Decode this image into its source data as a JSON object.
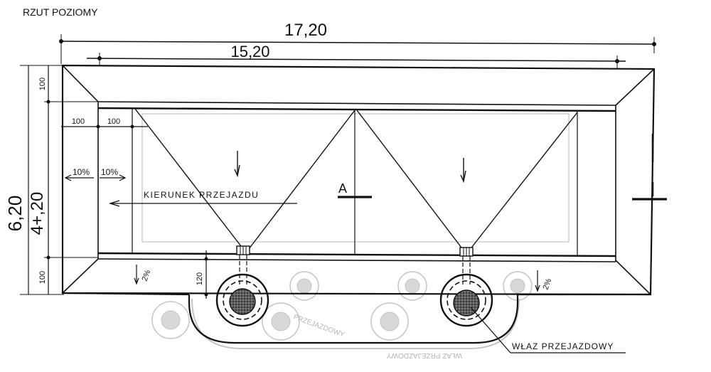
{
  "title": "RZUT POZIOMY",
  "dimensions": {
    "overall_length": "17,20",
    "inner_length": "15,20",
    "overall_width": "6,20",
    "inner_width": "4+,20",
    "left_offset_a": "100",
    "left_offset_b": "100",
    "top_margin": "100",
    "bottom_margin": "100",
    "channel_depth": "120"
  },
  "slopes": {
    "left_outer": "10%",
    "left_inner": "10%",
    "bottom_left": "2%",
    "bottom_right": "2%"
  },
  "labels": {
    "driving_direction": "KIERUNEK PRZEJAZDU",
    "section_mark": "A",
    "manhole": "WŁAZ PRZEJAZDOWY",
    "ghost_text_1": "PRZEJAZDOWY",
    "ghost_text_2": "WŁAZ PRZEJAZDOWY"
  },
  "colors": {
    "ink": "#111111",
    "ghost": "#c4c4c4",
    "grate": "#3a3a3a"
  }
}
